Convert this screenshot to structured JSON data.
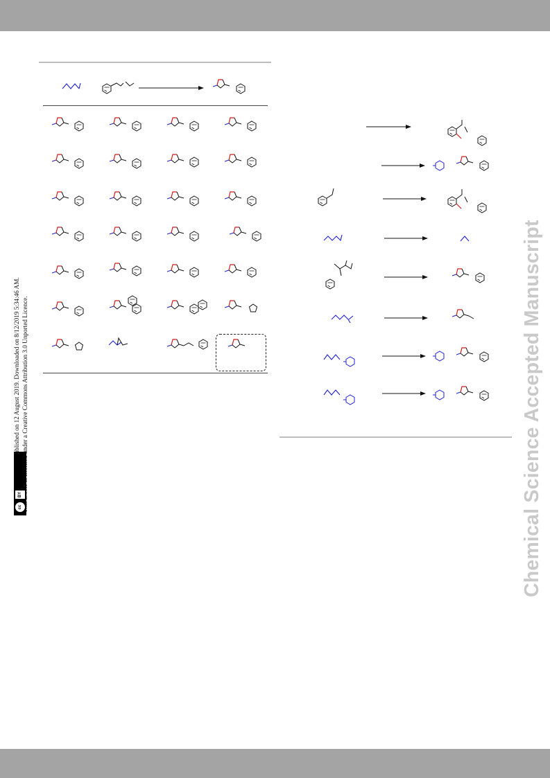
{
  "license": {
    "line1": "Open Access Article. Published on 12 August 2019. Downloaded on 8/12/2019 5:34:46 AM.",
    "line2": "This article is licensed under a Creative Commons Attribution 3.0 Unported Licence.",
    "badge_cc": "cc",
    "badge_by": "BY"
  },
  "watermark": "Chemical Science Accepted Manuscript",
  "colors": {
    "header_bar": "#a4a4a4",
    "watermark": "#c9c9c9",
    "blue_fragment": "#1f1fd6",
    "red_bond": "#d41a1a"
  }
}
